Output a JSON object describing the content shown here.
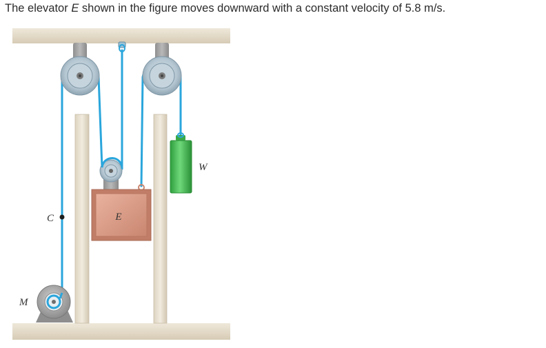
{
  "question": {
    "text_before": "The elevator ",
    "symbol": "E",
    "text_after": " shown in the figure moves downward with a constant velocity of 5.8 m/s."
  },
  "figure": {
    "labels": {
      "elevator": "E",
      "counterweight": "W",
      "point": "C",
      "motor": "M"
    },
    "colors": {
      "cable": "#2aa6dc",
      "frame": "#e6ddcc",
      "elevator": "#d99b85",
      "counterweight": "#3fbf4f",
      "pulley": "#a9bdc9",
      "motor": "#9c9c9c"
    }
  }
}
